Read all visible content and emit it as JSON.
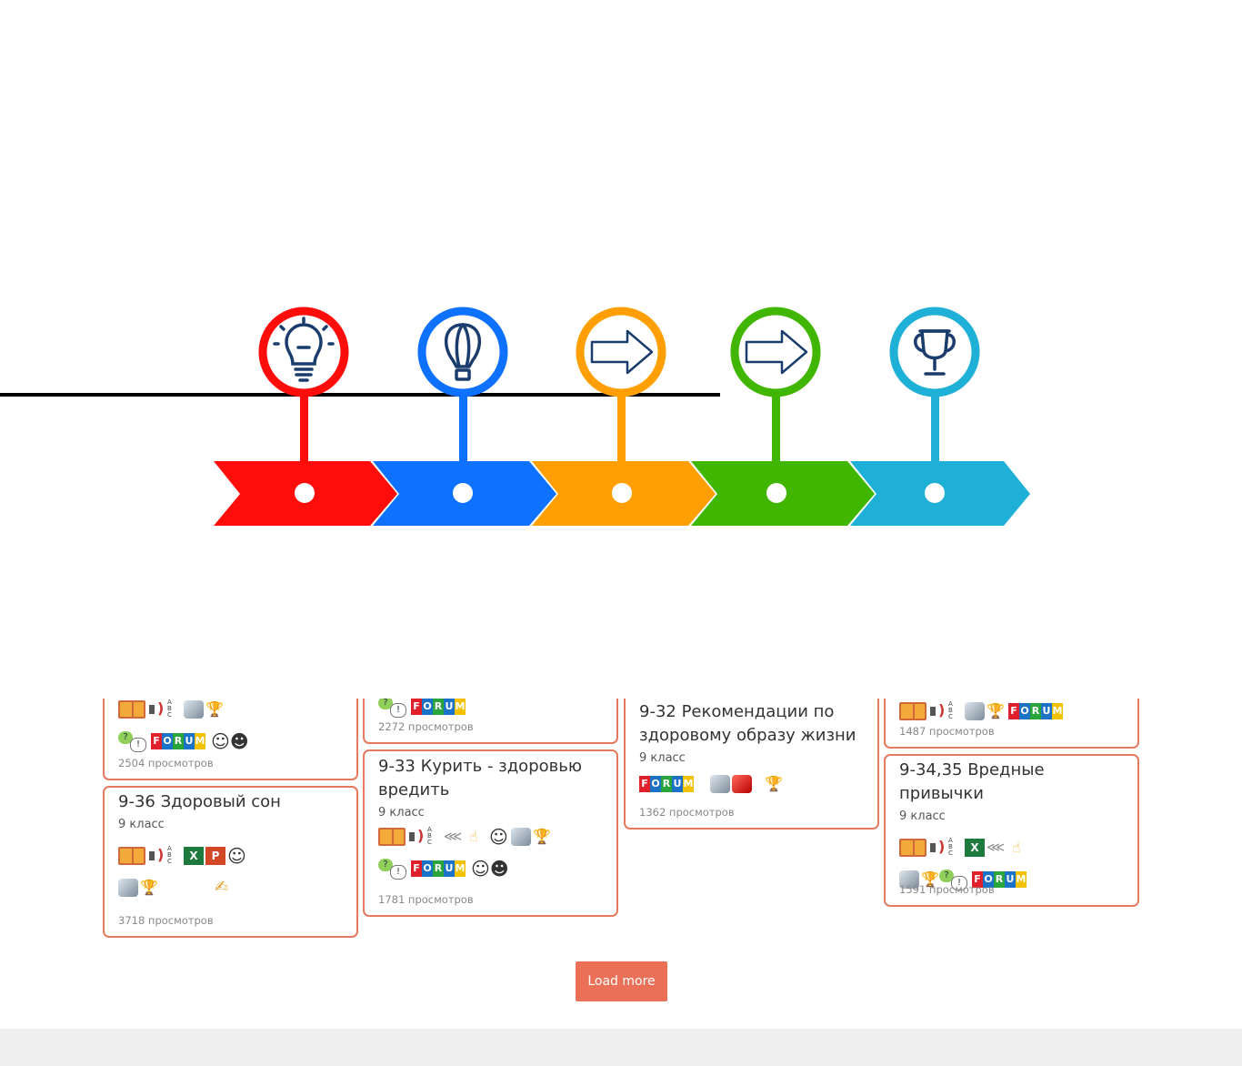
{
  "infographic": {
    "colors": [
      "#ff0d0a",
      "#0f71ff",
      "#ff9f03",
      "#41b600",
      "#1fb0d7"
    ],
    "icons": [
      "lightbulb-icon",
      "hot-air-balloon-icon",
      "arrow-right-icon",
      "arrow-right-icon",
      "trophy-icon"
    ]
  },
  "cards": [
    {
      "title": "",
      "class_label": "",
      "views": "2504 просмотров"
    },
    {
      "title": "9-36 Здоровый сон",
      "class_label": "9 класс",
      "views": "3718 просмотров"
    },
    {
      "title": "",
      "class_label": "",
      "views": "2272 просмотров"
    },
    {
      "title": "9-33 Курить - здоровью вредить",
      "class_label": "9 класс",
      "views": "1781 просмотров"
    },
    {
      "title": "9-32 Рекомендации по здоровому образу жизни",
      "class_label": "9 класс",
      "views": "1362 просмотров"
    },
    {
      "title": "",
      "class_label": "",
      "views": "1487 просмотров"
    },
    {
      "title": "9-34,35 Вредные привычки",
      "class_label": "9 класс",
      "views": "1591 просмотров"
    }
  ],
  "forum_letters": [
    "F",
    "O",
    "R",
    "U",
    "M"
  ],
  "load_more_label": "Load more",
  "accent_color": "#ea7158"
}
